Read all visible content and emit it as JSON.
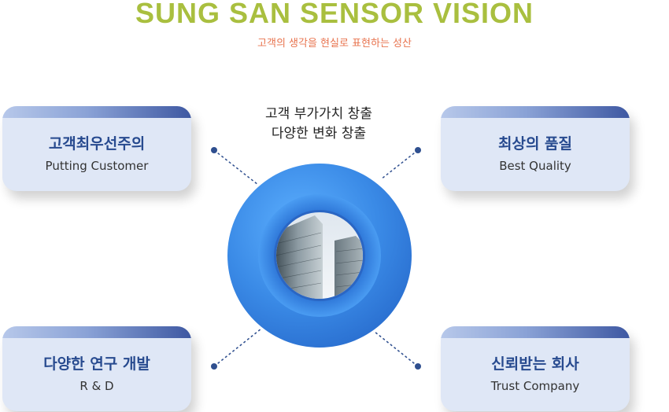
{
  "header": {
    "title": "SUNG SAN SENSOR VISION",
    "subtitle": "고객의 생각을 현실로 표현하는 성산"
  },
  "center": {
    "caption_line1": "고객 부가가치 창출",
    "caption_line2": "다양한 변화 창출"
  },
  "cards": {
    "top_left": {
      "title": "고객최우선주의",
      "subtitle": "Putting Customer"
    },
    "top_right": {
      "title": "최상의 품질",
      "subtitle": "Best Quality"
    },
    "bottom_left": {
      "title": "다양한 연구 개발",
      "subtitle": "R & D"
    },
    "bottom_right": {
      "title": "신뢰받는 회사",
      "subtitle": "Trust Company"
    }
  },
  "colors": {
    "title": "#a9bf3f",
    "subtitle": "#e8744f",
    "card_title": "#274a8f",
    "ring": "#3f8ee6",
    "connector": "#2f4f8f"
  },
  "icons": {
    "center_image": "building-skyscraper-image"
  }
}
